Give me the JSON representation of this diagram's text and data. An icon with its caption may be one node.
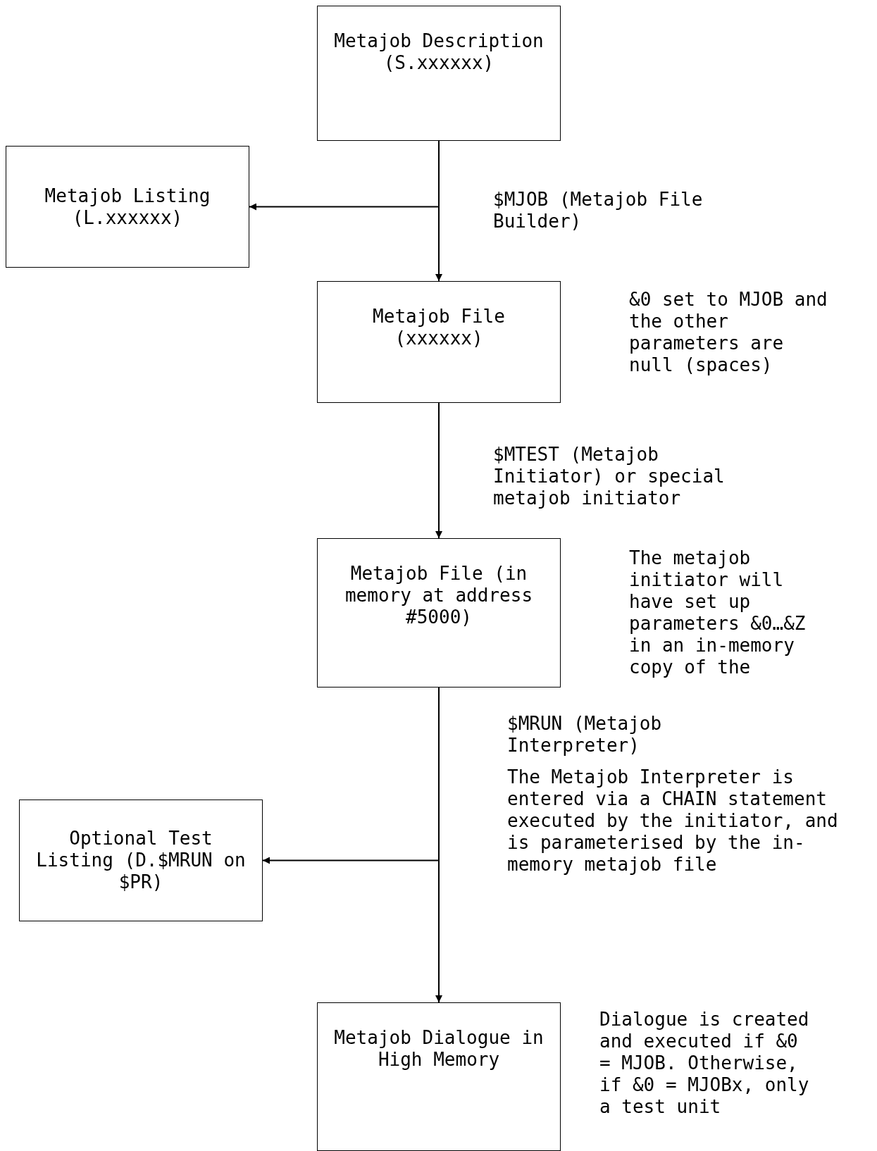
{
  "diagram": {
    "nodes": [
      {
        "text": [
          "Metajob Description (S.xxxxxx)"
        ]
      },
      {
        "text": [
          "Metajob Listing (L.xxxxxx)"
        ]
      },
      {
        "text": [
          "Metajob File (xxxxxx)"
        ],
        "beside": [
          "&0 set to MJOB and the other parameters are null (spaces)"
        ]
      },
      {
        "text": [
          "Metajob File (in memory at address #5000)"
        ],
        "beside": [
          "The metajob initiator will have set up parameters &0…&Z in an in-memory copy of the"
        ]
      },
      {
        "text": [
          "Optional Test Listing (D.$MRUN on $PR)"
        ]
      },
      {
        "text": [
          "Metajob Dialogue in High Memory"
        ],
        "beside": [
          "Dialogue is created and executed if &0 = MJOB. Otherwise, if &0 = MJOBx, only a test unit"
        ]
      }
    ],
    "edges": [
      {
        "from": 0,
        "to": 1,
        "arrow": "to"
      },
      {
        "from": 0,
        "to": 2,
        "arrow": "to"
      },
      {
        "from": 2,
        "to": 3,
        "arrow": "to"
      },
      {
        "from": 3,
        "to": 4,
        "arrow": "to"
      },
      {
        "from": 3,
        "to": 5,
        "arrow": "to"
      }
    ],
    "labels": [
      "$MJOB (Metajob File Builder)",
      "$MTEST (Metajob Initiator) or special metajob initiator",
      "$MRUN (Metajob Interpreter)",
      "The Metajob Interpreter is entered via a CHAIN statement executed by the initiator, and is parameterised by the in-memory metajob file"
    ]
  }
}
